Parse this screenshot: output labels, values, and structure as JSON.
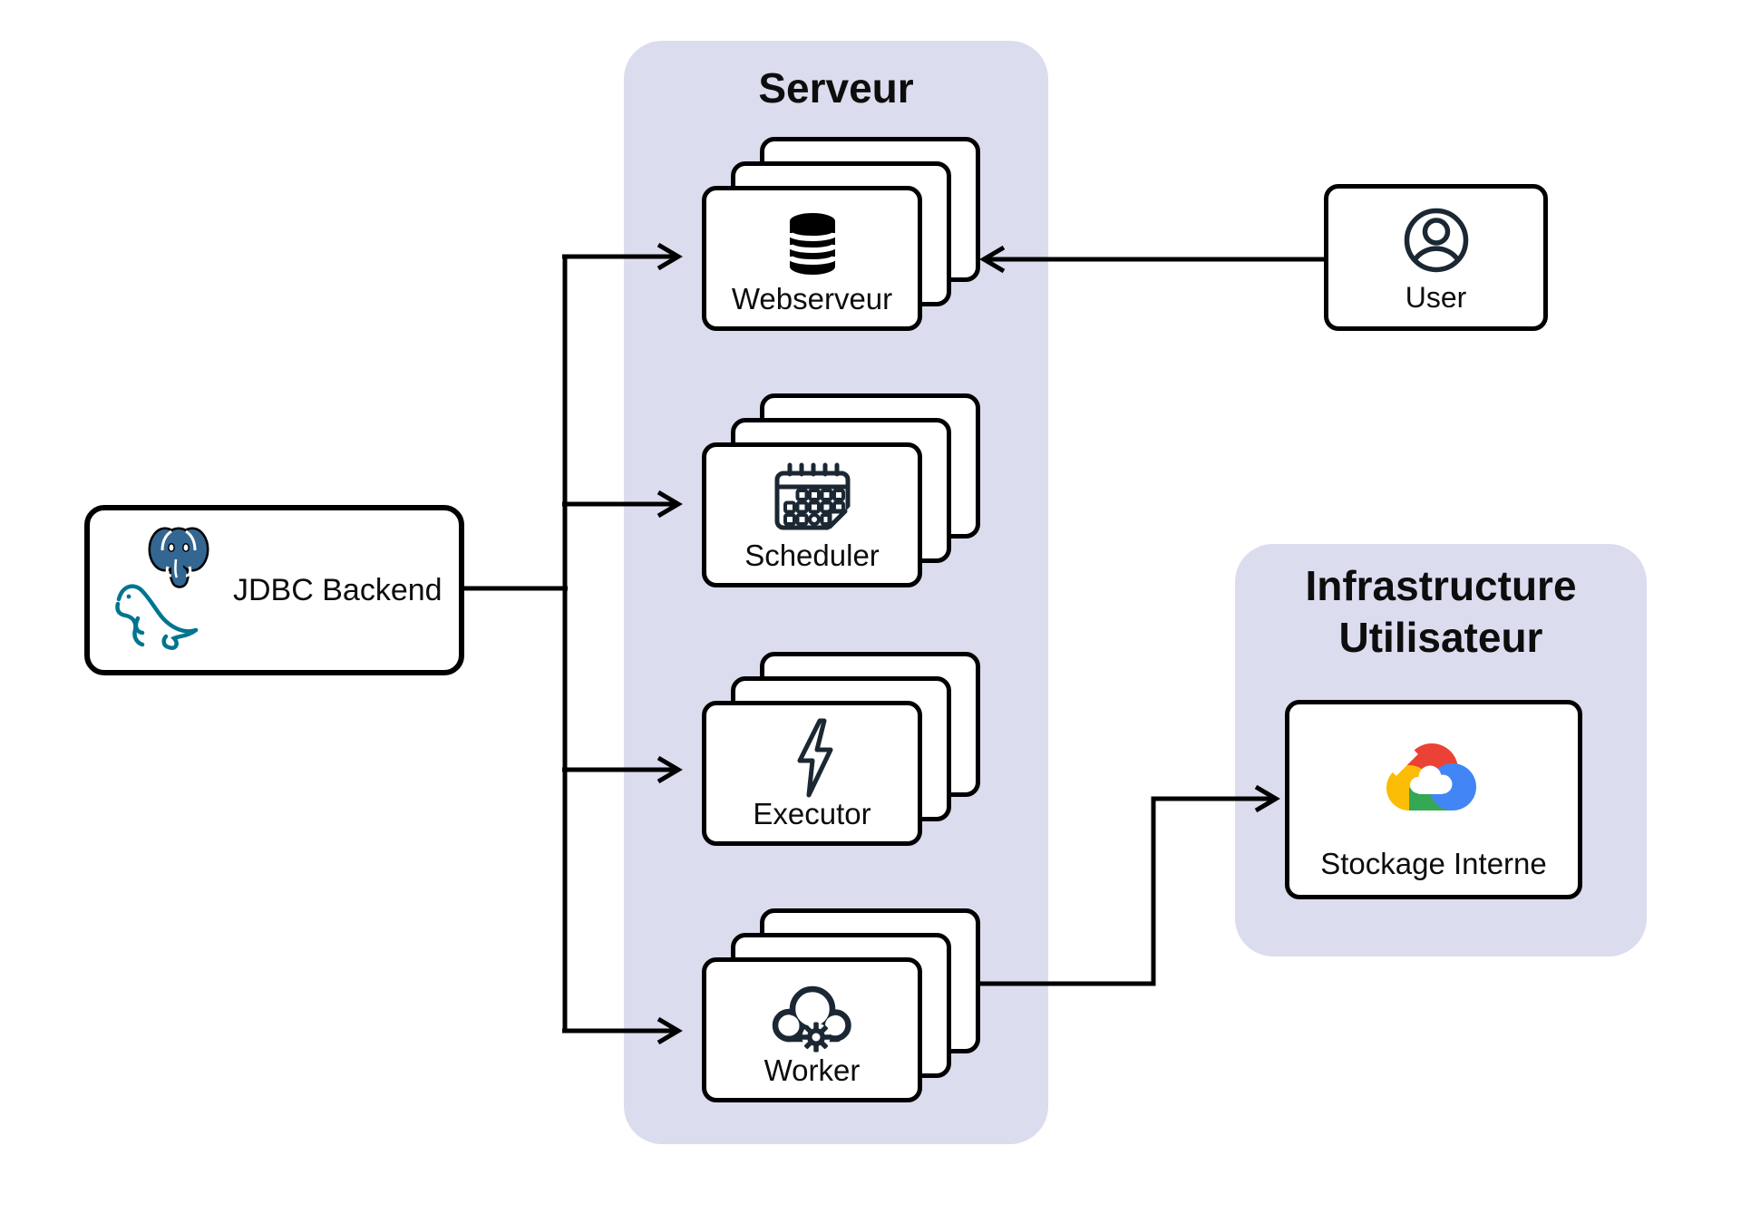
{
  "groups": {
    "serveur": {
      "title": "Serveur"
    },
    "infrastructure": {
      "title_line1": "Infrastructure",
      "title_line2": "Utilisateur"
    }
  },
  "nodes": {
    "webserveur": {
      "label": "Webserveur",
      "icon": "database-icon",
      "replicas_shown": 3
    },
    "scheduler": {
      "label": "Scheduler",
      "icon": "calendar-icon",
      "replicas_shown": 3
    },
    "executor": {
      "label": "Executor",
      "icon": "lightning-icon",
      "replicas_shown": 3
    },
    "worker": {
      "label": "Worker",
      "icon": "cloud-gear-icon",
      "replicas_shown": 3
    },
    "jdbc_backend": {
      "label": "JDBC Backend",
      "icons": [
        "postgresql-logo",
        "mysql-logo"
      ]
    },
    "user": {
      "label": "User",
      "icon": "person-icon"
    },
    "stockage_interne": {
      "label": "Stockage Interne",
      "icon": "google-cloud-logo"
    }
  },
  "edges": [
    {
      "from": "jdbc_backend",
      "to": "webserveur"
    },
    {
      "from": "jdbc_backend",
      "to": "scheduler"
    },
    {
      "from": "jdbc_backend",
      "to": "executor"
    },
    {
      "from": "jdbc_backend",
      "to": "worker"
    },
    {
      "from": "user",
      "to": "webserveur"
    },
    {
      "from": "worker",
      "to": "stockage_interne"
    }
  ],
  "colors": {
    "group_bg": "#DBDCEE",
    "line": "#000000",
    "icon_stroke": "#1B2733",
    "postgres_blue": "#336791",
    "mysql_teal": "#00758F",
    "gcp_red": "#EA4335",
    "gcp_blue": "#4285F4",
    "gcp_green": "#34A853",
    "gcp_yellow": "#FBBC05"
  }
}
